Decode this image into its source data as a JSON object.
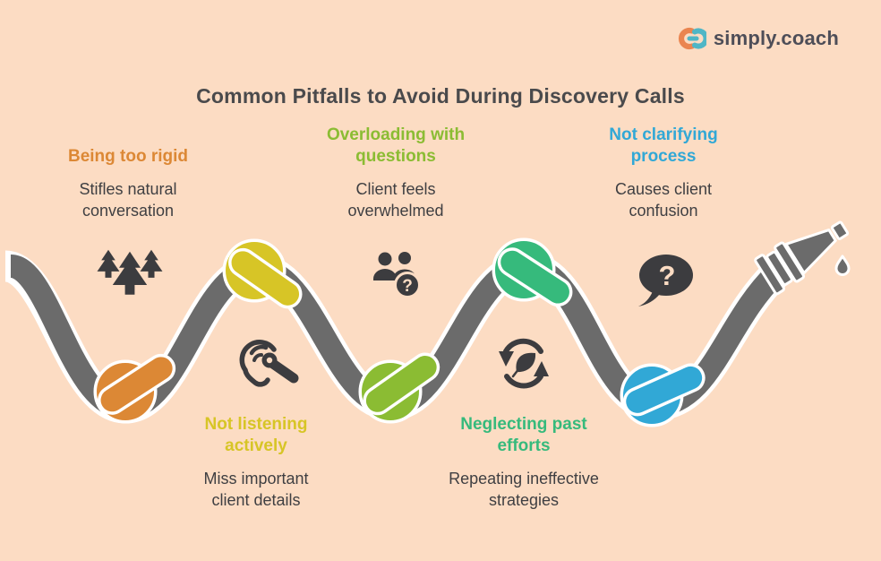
{
  "title": "Common Pitfalls to Avoid During Discovery Calls",
  "logo": {
    "text": "simply.coach"
  },
  "pitfalls": [
    {
      "id": "rigid",
      "label": "Being too rigid",
      "description": "Stifles natural\nconversation",
      "color": "#dc8835",
      "icon": "trees-icon",
      "knot_position": "valley-1"
    },
    {
      "id": "listening",
      "label": "Not listening\nactively",
      "description": "Miss important\nclient details",
      "color": "#d7c526",
      "icon": "ear-hearing-icon",
      "knot_position": "peak-1"
    },
    {
      "id": "overloading",
      "label": "Overloading with\nquestions",
      "description": "Client feels\noverwhelmed",
      "color": "#8bbc33",
      "icon": "people-question-icon",
      "knot_position": "valley-2"
    },
    {
      "id": "neglecting",
      "label": "Neglecting past\nefforts",
      "description": "Repeating ineffective\nstrategies",
      "color": "#36ba7c",
      "icon": "renewal-cycle-icon",
      "knot_position": "peak-2"
    },
    {
      "id": "clarifying",
      "label": "Not clarifying\nprocess",
      "description": "Causes client\nconfusion",
      "color": "#31a8d6",
      "icon": "speech-question-icon",
      "knot_position": "valley-3"
    }
  ],
  "icons": {
    "question_mark": "?"
  },
  "colors": {
    "background": "#fcdcc3",
    "hose": "#6b6b6b",
    "ink": "#3c3c3f",
    "title": "#4a4a4c",
    "body_text": "#3f3f42",
    "outline": "#ffffff",
    "logo_text": "#4e4e58",
    "logo_orange": "#ea8550",
    "logo_teal": "#4fb6c6"
  }
}
